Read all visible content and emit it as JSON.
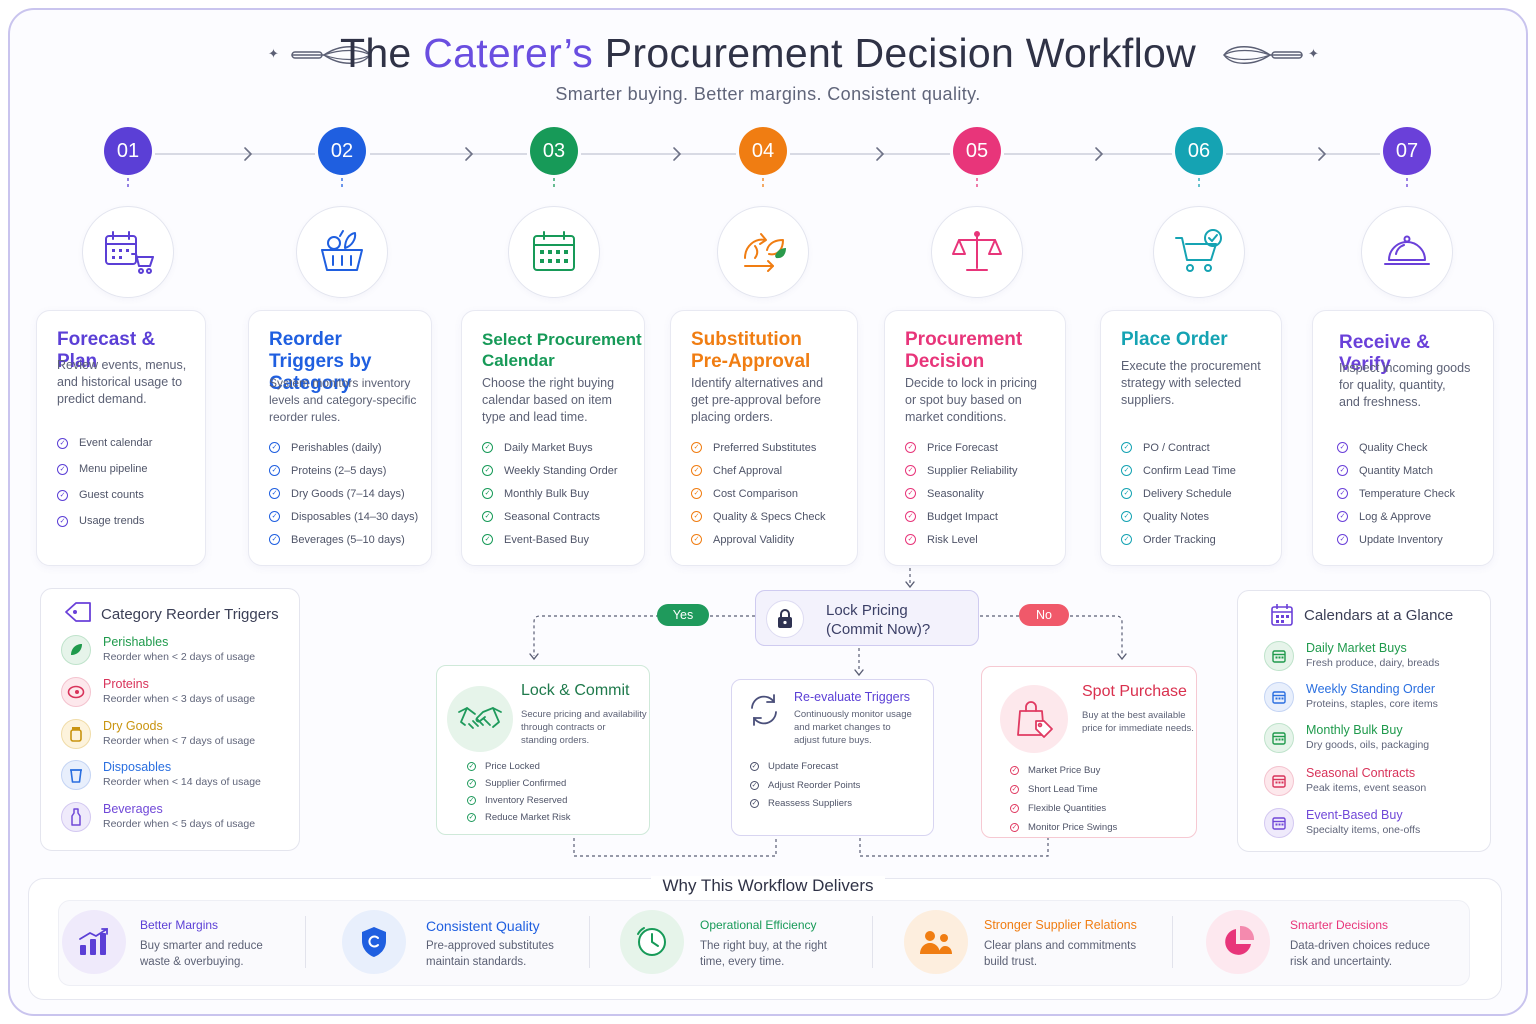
{
  "header": {
    "title_pre": "The ",
    "title_accent": "Caterer’s",
    "title_post": " Procurement Decision Workflow",
    "subtitle": "Smarter buying. Better margins. Consistent quality."
  },
  "colors": {
    "s1": "#5b3fd6",
    "s2": "#1f5fe0",
    "s3": "#179a58",
    "s4": "#f07d12",
    "s5": "#e8357a",
    "s6": "#15a3b3",
    "s7": "#6a40d9",
    "yes": "#1f9a5c",
    "no": "#f0596a"
  },
  "steps": [
    {
      "num": "01",
      "title": "Forecast & Plan",
      "icon": "calendar-cart-icon",
      "desc": [
        "Review events, menus,",
        "and historical usage to",
        "predict demand."
      ],
      "items": [
        "Event calendar",
        "Menu pipeline",
        "Guest counts",
        "Usage trends"
      ]
    },
    {
      "num": "02",
      "title": "Reorder Triggers by Category",
      "icon": "basket-icon",
      "desc": [
        "System monitors inventory",
        "levels and category-specific",
        "reorder rules."
      ],
      "items": [
        "Perishables (daily)",
        "Proteins (2–5 days)",
        "Dry Goods (7–14 days)",
        "Disposables (14–30 days)",
        "Beverages (5–10 days)"
      ]
    },
    {
      "num": "03",
      "title": "Select Procurement Calendar",
      "icon": "calendar-grid-icon",
      "desc": [
        "Choose the right buying",
        "calendar based on item",
        "type and lead time."
      ],
      "items": [
        "Daily Market Buys",
        "Weekly Standing Order",
        "Monthly Bulk Buy",
        "Seasonal Contracts",
        "Event-Based Buy"
      ]
    },
    {
      "num": "04",
      "title": "Substitution Pre-Approval",
      "icon": "swap-leaf-icon",
      "desc": [
        "Identify alternatives and",
        "get pre-approval before",
        "placing orders."
      ],
      "items": [
        "Preferred Substitutes",
        "Chef Approval",
        "Cost Comparison",
        "Quality & Specs Check",
        "Approval Validity"
      ]
    },
    {
      "num": "05",
      "title": "Procurement Decision",
      "icon": "scales-icon",
      "desc": [
        "Decide to lock in pricing",
        "or spot buy based on",
        "market conditions."
      ],
      "items": [
        "Price Forecast",
        "Supplier Reliability",
        "Seasonality",
        "Budget Impact",
        "Risk Level"
      ]
    },
    {
      "num": "06",
      "title": "Place Order",
      "icon": "cart-check-icon",
      "desc": [
        "Execute the procurement",
        "strategy with selected",
        "suppliers."
      ],
      "items": [
        "PO / Contract",
        "Confirm Lead Time",
        "Delivery Schedule",
        "Quality Notes",
        "Order Tracking"
      ]
    },
    {
      "num": "07",
      "title": "Receive & Verify",
      "icon": "cloche-icon",
      "desc": [
        "Inspect incoming goods",
        "for quality, quantity,",
        "and freshness."
      ],
      "items": [
        "Quality Check",
        "Quantity Match",
        "Temperature Check",
        "Log & Approve",
        "Update Inventory"
      ]
    }
  ],
  "decision": {
    "question_line1": "Lock Pricing",
    "question_line2": "(Commit Now)?",
    "yes_label": "Yes",
    "no_label": "No",
    "lock": {
      "title": "Lock & Commit",
      "desc": [
        "Secure pricing and availability",
        "through contracts or",
        "standing orders."
      ],
      "items": [
        "Price Locked",
        "Supplier Confirmed",
        "Inventory Reserved",
        "Reduce Market Risk"
      ]
    },
    "reeval": {
      "title": "Re-evaluate Triggers",
      "desc": [
        "Continuously monitor usage",
        "and market changes to",
        "adjust future buys."
      ],
      "items": [
        "Update Forecast",
        "Adjust Reorder Points",
        "Reassess Suppliers"
      ]
    },
    "spot": {
      "title": "Spot Purchase",
      "desc": [
        "Buy at the best available",
        "price for immediate needs."
      ],
      "items": [
        "Market Price Buy",
        "Short Lead Time",
        "Flexible Quantities",
        "Monitor Price Swings"
      ]
    }
  },
  "category_panel": {
    "title": "Category Reorder Triggers",
    "items": [
      {
        "name": "Perishables",
        "rule": "Reorder when < 2 days of usage",
        "color": "#1f9a4c"
      },
      {
        "name": "Proteins",
        "rule": "Reorder when < 3 days of usage",
        "color": "#d8335a"
      },
      {
        "name": "Dry Goods",
        "rule": "Reorder when < 7 days of usage",
        "color": "#c99410"
      },
      {
        "name": "Disposables",
        "rule": "Reorder when < 14 days of usage",
        "color": "#2a6fe0"
      },
      {
        "name": "Beverages",
        "rule": "Reorder when < 5 days of usage",
        "color": "#7048d8"
      }
    ]
  },
  "calendar_panel": {
    "title": "Calendars at a Glance",
    "items": [
      {
        "name": "Daily Market Buys",
        "desc": "Fresh produce, dairy, breads",
        "color": "#1f9a4c"
      },
      {
        "name": "Weekly Standing Order",
        "desc": "Proteins, staples, core items",
        "color": "#2a6fe0"
      },
      {
        "name": "Monthly Bulk Buy",
        "desc": "Dry goods, oils, packaging",
        "color": "#1f9a4c"
      },
      {
        "name": "Seasonal Contracts",
        "desc": "Peak items, event season",
        "color": "#d8335a"
      },
      {
        "name": "Event-Based Buy",
        "desc": "Specialty items, one-offs",
        "color": "#7048d8"
      }
    ]
  },
  "why": {
    "title": "Why This Workflow Delivers",
    "items": [
      {
        "title": "Better Margins",
        "desc": [
          "Buy smarter and reduce",
          "waste & overbuying."
        ],
        "color": "#5b3fd6"
      },
      {
        "title": "Consistent Quality",
        "desc": [
          "Pre-approved substitutes",
          "maintain standards."
        ],
        "color": "#1f5fe0"
      },
      {
        "title": "Operational Efficiency",
        "desc": [
          "The right buy, at the right",
          "time, every time."
        ],
        "color": "#179a58"
      },
      {
        "title": "Stronger Supplier Relations",
        "desc": [
          "Clear plans and commitments",
          "build trust."
        ],
        "color": "#f07d12"
      },
      {
        "title": "Smarter Decisions",
        "desc": [
          "Data-driven choices reduce",
          "risk and uncertainty."
        ],
        "color": "#e8357a"
      }
    ]
  }
}
